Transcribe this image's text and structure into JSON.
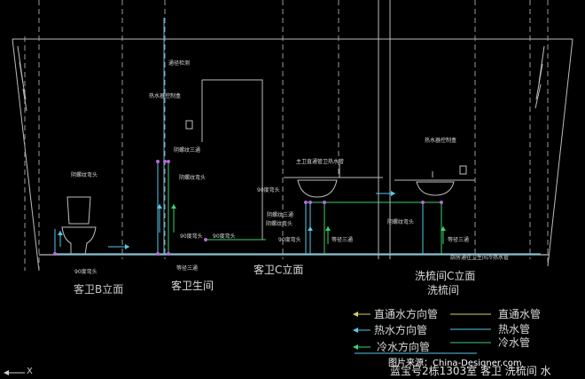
{
  "colors": {
    "background": "#000000",
    "wall": "#bdbdbd",
    "dashed": "#9a9a9a",
    "cold": "#3ed06b",
    "hot": "#59c8e8",
    "direct": "#d8d060",
    "joint": "#b868d8"
  },
  "annotations": {
    "valve_fitting": "通径检测",
    "heater_control_left": "热水器控制盒",
    "tee_upper": "阴螺纹三通",
    "elbow_upper": "阴螺纹弯头",
    "toilet_elbow": "阴螺纹弯头",
    "elbow90_toilet": "90度弯头",
    "elbow90_a": "90度弯头",
    "elbow90_b": "90度弯头",
    "tee_floor_left": "等径三通",
    "elbow90_basin": "90度弯头",
    "tee_basin_left": "阴螺纹三通",
    "elbow_basin_left": "阴螺纹弯头",
    "basin_label": "主卫直通管卫热水管",
    "tee_basin_floor": "等径三通",
    "heater_control_right": "热水器控制盒",
    "elbow_basin_right": "阴螺纹弯头",
    "tee_basin_right": "等径三通",
    "floor_right_note": "厨房通往卫生间冷热水管"
  },
  "view_titles": {
    "b_elevation": "客卫B立面",
    "guest_bath": "客卫生间",
    "c_elevation": "客卫C立面",
    "wash_c": "洗梳间C立面",
    "wash": "洗梳间"
  },
  "legend": {
    "direct_dir": "直通水方向管",
    "direct": "直通水管",
    "hot_dir": "热水方向管",
    "hot": "热水管",
    "cold_dir": "冷水方向管",
    "cold": "冷水管"
  },
  "footer": {
    "credit": "图片来源：China-Designer.com",
    "title": "蓝宝号2栋1303室 客卫 洗梳间 水"
  },
  "ucs_label": "X"
}
